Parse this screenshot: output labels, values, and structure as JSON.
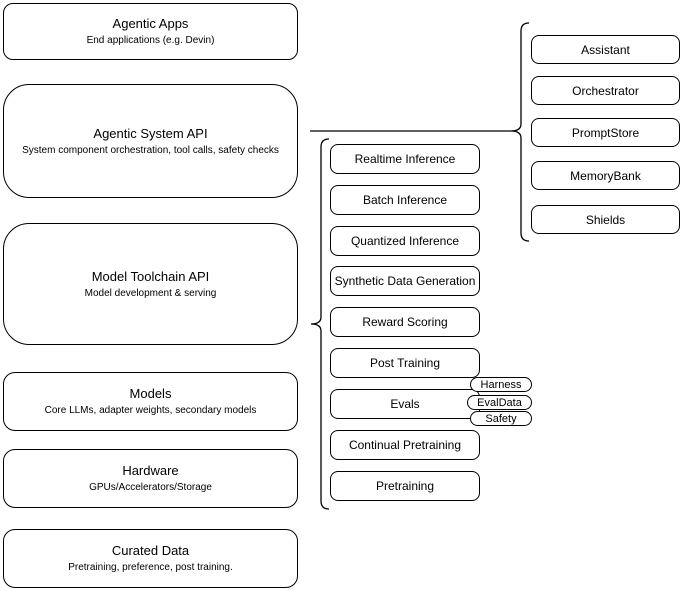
{
  "diagram": {
    "left_stack": [
      {
        "title": "Agentic Apps",
        "subtitle": "End applications (e.g. Devin)"
      },
      {
        "title": "Agentic System API",
        "subtitle": "System component orchestration, tool calls, safety checks"
      },
      {
        "title": "Model Toolchain API",
        "subtitle": "Model development & serving"
      },
      {
        "title": "Models",
        "subtitle": "Core LLMs, adapter weights, secondary models"
      },
      {
        "title": "Hardware",
        "subtitle": "GPUs/Accelerators/Storage"
      },
      {
        "title": "Curated Data",
        "subtitle": "Pretraining, preference, post training."
      }
    ],
    "toolchain_services": [
      "Realtime Inference",
      "Batch Inference",
      "Quantized Inference",
      "Synthetic Data Generation",
      "Reward Scoring",
      "Post Training",
      "Evals",
      "Continual Pretraining",
      "Pretraining"
    ],
    "evals_badges": [
      "Harness",
      "EvalData",
      "Safety"
    ],
    "system_components": [
      "Assistant",
      "Orchestrator",
      "PromptStore",
      "MemoryBank",
      "Shields"
    ],
    "colors": {
      "background": "#ffffff",
      "node_fill": "#ffffff",
      "border": "#000000",
      "text": "#000000"
    }
  }
}
